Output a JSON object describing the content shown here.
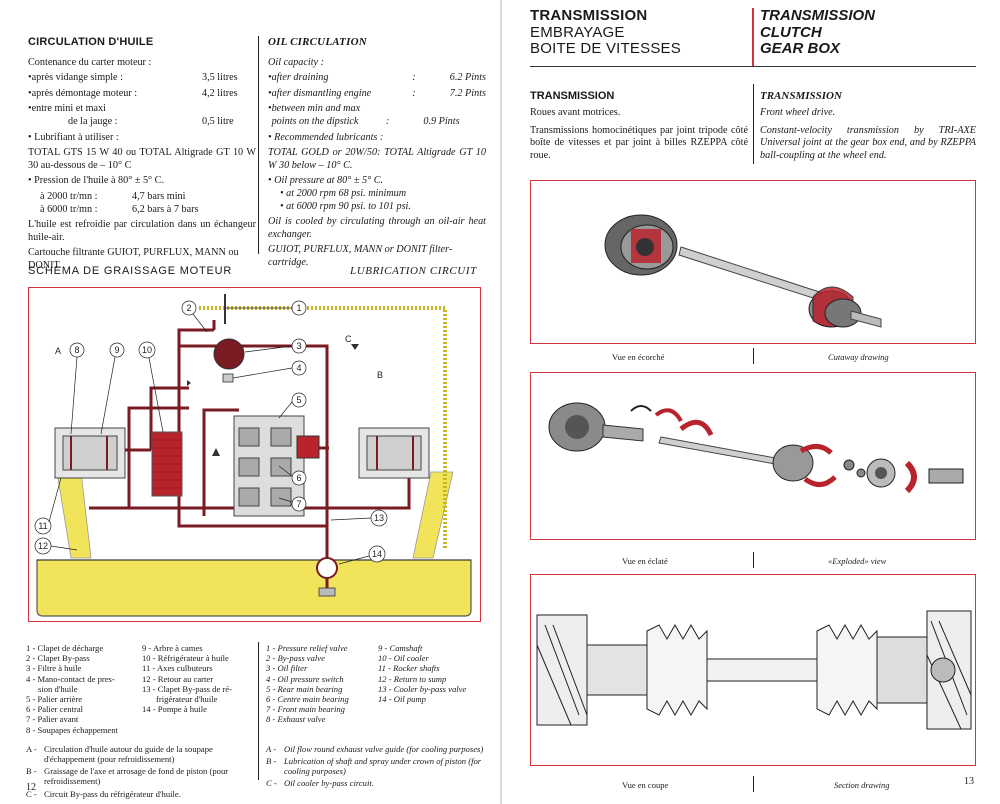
{
  "left_page": {
    "fr": {
      "heading": "CIRCULATION D'HUILE",
      "capacity_label": "Contenance du carter moteur :",
      "capacity_rows": [
        {
          "label": "après vidange simple :",
          "value": "3,5 litres"
        },
        {
          "label": "après démontage moteur :",
          "value": "4,2 litres"
        },
        {
          "label": "entre mini et maxi",
          "value": ""
        },
        {
          "label": "de la jauge :",
          "value": "0,5 litre"
        }
      ],
      "lubricant_label": "Lubrifiant à utiliser :",
      "lubricant_text": "TOTAL GTS 15 W 40 ou TOTAL Altigrade GT 10 W 30 au-dessous de – 10° C",
      "pressure_label": "Pression de l'huile à 80° ± 5° C.",
      "pressure_rows": [
        {
          "label": "à 2000 tr/mn :",
          "value": "4,7 bars mini"
        },
        {
          "label": "à 6000 tr/mn :",
          "value": "6,2 bars à 7 bars"
        }
      ],
      "cooling_text": "L'huile est refroidie par circulation dans un échangeur huile-air.",
      "filter_text": "Cartouche filtrante GUIOT, PURFLUX, MANN ou DONIT."
    },
    "en": {
      "heading": "OIL CIRCULATION",
      "capacity_label": "Oil capacity :",
      "capacity_rows": [
        {
          "label": "after draining",
          "value": "6.2 Pints"
        },
        {
          "label": "after dismantling engine",
          "value": "7.2 Pints"
        },
        {
          "label": "between min and max points on the dipstick",
          "value": "0.9 Pints"
        }
      ],
      "lubricant_label": "Recommended lubricants :",
      "lubricant_text": "TOTAL GOLD or 20W/50: TOTAL Altigrade GT 10 W 30 below – 10° C.",
      "pressure_label": "Oil pressure at 80° ± 5° C.",
      "pressure_rows": [
        "at 2000 rpm 68 psi. minimum",
        "at 6000 rpm 90 psi. to 101 psi."
      ],
      "cooling_text": "Oil is cooled by circulating through an oil-air heat exchanger.",
      "filter_text": "GUIOT, PURFLUX, MANN or DONIT filter-cartridge."
    },
    "schema_title_fr": "SCHEMA DE GRAISSAGE MOTEUR",
    "schema_title_en": "LUBRICATION CIRCUIT",
    "callouts": [
      "1",
      "2",
      "3",
      "4",
      "5",
      "6",
      "7",
      "8",
      "9",
      "10",
      "11",
      "12",
      "13",
      "14",
      "A",
      "B",
      "C"
    ],
    "legend_fr_col1": [
      "1 - Clapet de décharge",
      "2 - Clapet By-pass",
      "3 - Filtre à huile",
      "4 - Mano-contact de pres-",
      "      sion d'huile",
      "5 - Palier arrière",
      "6 - Palier central",
      "7 - Palier avant",
      "8 - Soupapes échappement"
    ],
    "legend_fr_col2": [
      "9 - Arbre à cames",
      "10 - Réfrigérateur à huile",
      "11 - Axes culbuteurs",
      "12 - Retour au carter",
      "13 - Clapet By-pass de ré-",
      "      frigérateur d'huile",
      "14 - Pompe à huile"
    ],
    "legend_fr_ab": [
      {
        "k": "A -",
        "t": "Circulation d'huile autour du guide de la soupape d'échappement (pour refroidissement)"
      },
      {
        "k": "B -",
        "t": "Graissage de l'axe et arrosage de fond de piston (pour refroidissement)"
      },
      {
        "k": "C -",
        "t": "Circuit By-pass du réfrigérateur d'huile."
      }
    ],
    "legend_en_col1": [
      "1 - Pressure relief valve",
      "2 - By-pass valve",
      "3 - Oil filter",
      "4 - Oil pressure switch",
      "5 - Rear main bearing",
      "6 - Centre main bearing",
      "7 - Front main bearing",
      "8 - Exhaust valve"
    ],
    "legend_en_col2": [
      "9 - Camshaft",
      "10 - Oil cooler",
      "11 - Rocker shafts",
      "12 - Return to sump",
      "13 - Cooler by-pass valve",
      "14 - Oil pump"
    ],
    "legend_en_ab": [
      {
        "k": "A -",
        "t": "Oil flow round exhaust valve guide (for cooling purposes)"
      },
      {
        "k": "B -",
        "t": "Lubrication of shaft and spray under crown of piston (for cooling purposes)"
      },
      {
        "k": "C -",
        "t": "Oil cooler by-pass circuit."
      }
    ],
    "page_number": "12"
  },
  "right_page": {
    "title_fr": [
      "TRANSMISSION",
      "EMBRAYAGE",
      "BOITE DE VITESSES"
    ],
    "title_en": [
      "TRANSMISSION",
      "CLUTCH",
      "GEAR BOX"
    ],
    "fr": {
      "heading": "TRANSMISSION",
      "p1": "Roues avant motrices.",
      "p2": "Transmissions homocinétiques par joint tripode côté boîte de vitesses et par joint à billes RZEPPA côté roue."
    },
    "en": {
      "heading": "TRANSMISSION",
      "p1": "Front wheel drive.",
      "p2": "Constant-velocity transmission by TRI-AXE Universal joint at the gear box end, and by RZEPPA ball-coupling at the wheel end."
    },
    "figures": [
      {
        "caption_fr": "Vue en écorché",
        "caption_en": "Cutaway drawing"
      },
      {
        "caption_fr": "Vue en éclaté",
        "caption_en": "«Exploded» view"
      },
      {
        "caption_fr": "Vue en coupe",
        "caption_en": "Section drawing"
      }
    ],
    "page_number": "13"
  },
  "colors": {
    "accent_red": "#d4333a",
    "oil_dark": "#7a1a22",
    "sump_yellow": "#f2e45a",
    "frame_red": "#d4333a"
  }
}
